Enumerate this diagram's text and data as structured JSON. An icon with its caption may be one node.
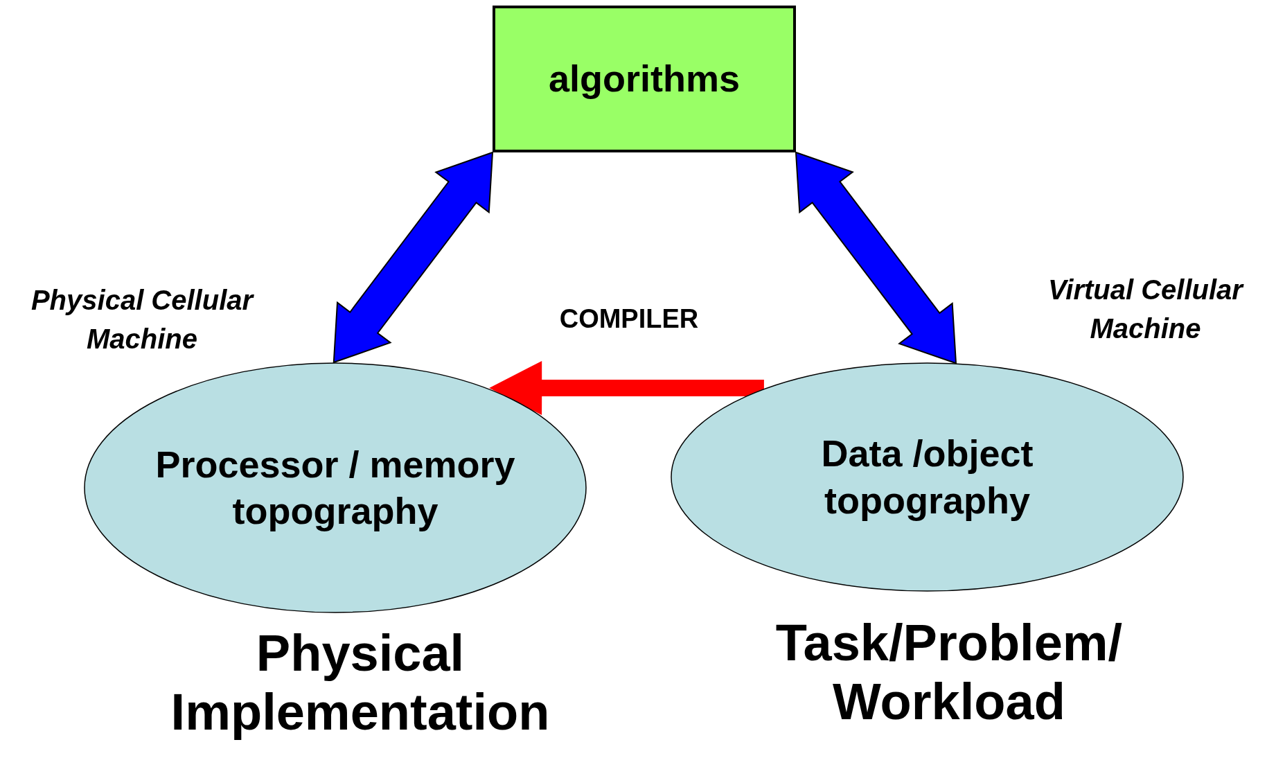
{
  "diagram": {
    "nodes": [
      {
        "text": [
          "algorithms"
        ]
      },
      {
        "text": [
          "Processor / memory topography"
        ],
        "beside": [
          "Physical Implementation"
        ]
      },
      {
        "text": [
          "Data /object topography"
        ],
        "beside": [
          "Task/Problem/ Workload"
        ]
      }
    ],
    "edges": [
      {
        "from": 0,
        "to": 1,
        "arrow": "both",
        "style": "thick"
      },
      {
        "from": 0,
        "to": 2,
        "arrow": "both",
        "style": "thick"
      },
      {
        "from": 2,
        "to": 1,
        "arrow": "to",
        "style": "thick",
        "color": "#ff0000",
        "label": "COMPILER"
      }
    ],
    "labels": [
      "Physical Cellular Machine",
      "Virtual Cellular Machine"
    ]
  }
}
